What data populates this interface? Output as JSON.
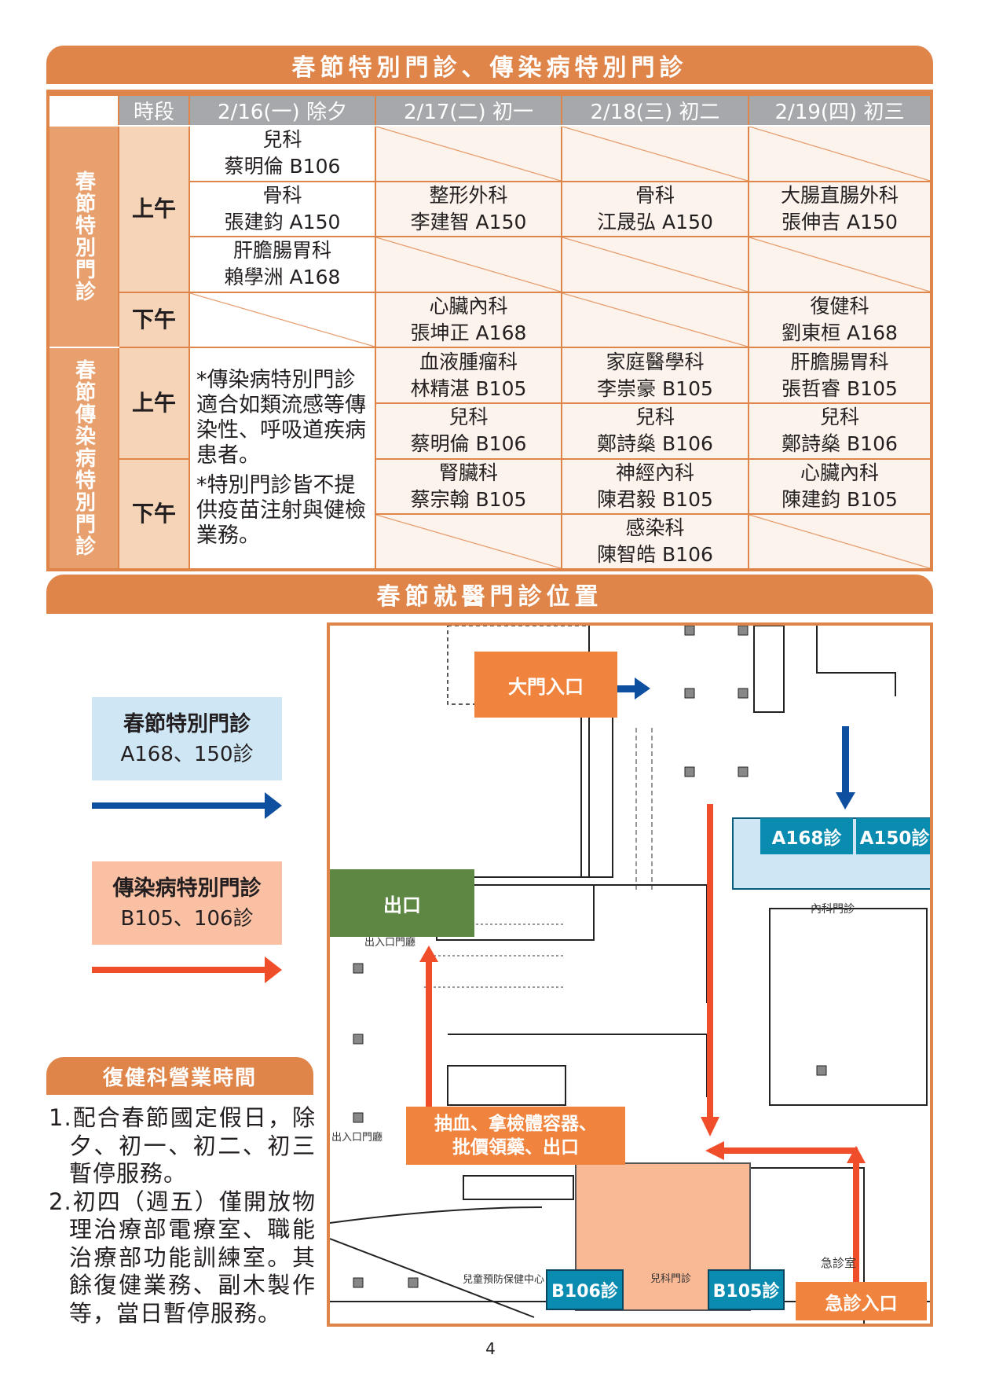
{
  "titles": {
    "schedule": "春節特別門診、傳染病特別門診",
    "location": "春節就醫門診位置",
    "rehab": "復健科營業時間"
  },
  "table": {
    "headers": [
      "時段",
      "2/16(一) 除夕",
      "2/17(二) 初一",
      "2/18(三) 初二",
      "2/19(四) 初三"
    ],
    "section1": "春節特別門診",
    "section2": "春節傳染病特別門診",
    "am": "上午",
    "pm": "下午",
    "rows1": [
      [
        [
          "兒科",
          "蔡明倫 B106"
        ],
        null,
        null,
        null
      ],
      [
        [
          "骨科",
          "張建鈞 A150"
        ],
        [
          "整形外科",
          "李建智 A150"
        ],
        [
          "骨科",
          "江晟弘 A150"
        ],
        [
          "大腸直腸外科",
          "張伸吉 A150"
        ]
      ],
      [
        [
          "肝膽腸胃科",
          "賴學洲 A168"
        ],
        null,
        null,
        null
      ],
      [
        null,
        [
          "心臟內科",
          "張坤正 A168"
        ],
        null,
        [
          "復健科",
          "劉東桓 A168"
        ]
      ]
    ],
    "notes": [
      "*傳染病特別門診適合如類流感等傳染性、呼吸道疾病患者。",
      "*特別門診皆不提供疫苗注射與健檢業務。"
    ],
    "rows2": [
      [
        [
          "血液腫瘤科",
          "林精湛 B105"
        ],
        [
          "家庭醫學科",
          "李崇豪 B105"
        ],
        [
          "肝膽腸胃科",
          "張哲睿 B105"
        ]
      ],
      [
        [
          "兒科",
          "蔡明倫 B106"
        ],
        [
          "兒科",
          "鄭詩燊 B106"
        ],
        [
          "兒科",
          "鄭詩燊 B106"
        ]
      ],
      [
        [
          "腎臟科",
          "蔡宗翰 B105"
        ],
        [
          "神經內科",
          "陳君毅 B105"
        ],
        [
          "心臟內科",
          "陳建鈞 B105"
        ]
      ],
      [
        null,
        [
          "感染科",
          "陳智皓 B106"
        ],
        null
      ]
    ]
  },
  "legend": {
    "special": {
      "title": "春節特別門診",
      "rooms": "A168、150診",
      "color": "#0f4fa0"
    },
    "infectious": {
      "title": "傳染病特別門診",
      "rooms": "B105、106診",
      "color": "#f04e2b"
    }
  },
  "map": {
    "main_entrance": "大門入口",
    "exit": "出口",
    "a168": "A168診",
    "a150": "A150診",
    "blood_line1": "抽血、拿檢體容器、",
    "blood_line2": "批價領藥、出口",
    "b106": "B106診",
    "b105": "B105診",
    "er_entrance": "急診入口",
    "lobby1": "出入口門廳",
    "lobby2": "出入口門廳",
    "internal": "內科門診",
    "pediatrics": "兒科門診",
    "er": "急診室",
    "child_center": "兒童預防保健中心"
  },
  "rehab": [
    "1.配合春節國定假日，除夕、初一、初二、初三暫停服務。",
    "2.初四（週五）僅開放物理治療部電療室、職能治療部功能訓練室。其餘復健業務、副木製作等，當日暫停服務。"
  ],
  "page_number": "4"
}
